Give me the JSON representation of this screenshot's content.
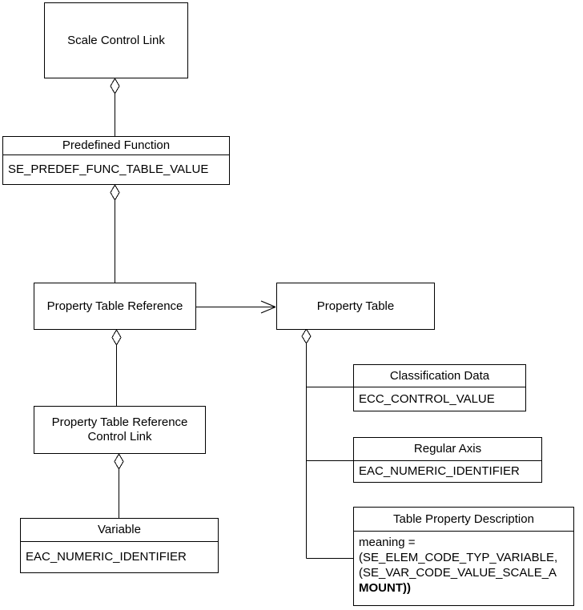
{
  "diagram": {
    "kind": "uml-aggregation-diagram",
    "colors": {
      "line": "#000000",
      "background": "#ffffff",
      "box_fill": "#ffffff",
      "text": "#000000"
    },
    "nodes": {
      "scale_control_link": {
        "label": "Scale Control Link"
      },
      "predefined_function": {
        "title": "Predefined Function",
        "attribute": "SE_PREDEF_FUNC_TABLE_VALUE"
      },
      "property_table_reference": {
        "label": "Property Table Reference"
      },
      "property_table": {
        "label": "Property Table"
      },
      "property_table_reference_control_link": {
        "label_line1": "Property Table Reference",
        "label_line2": "Control Link"
      },
      "variable": {
        "title": "Variable",
        "attribute": "EAC_NUMERIC_IDENTIFIER"
      },
      "classification_data": {
        "title": "Classification Data",
        "attribute": "ECC_CONTROL_VALUE"
      },
      "regular_axis": {
        "title": "Regular Axis",
        "attribute": "EAC_NUMERIC_IDENTIFIER"
      },
      "table_property_description": {
        "title": "Table Property Description",
        "attribute_line1": "meaning =",
        "attribute_line2": "(SE_ELEM_CODE_TYP_VARIABLE,",
        "attribute_line3": "(SE_VAR_CODE_VALUE_SCALE_A",
        "attribute_line4": "MOUNT))"
      }
    },
    "connectors": [
      {
        "from": "scale_control_link",
        "to": "predefined_function",
        "type": "aggregation-diamond"
      },
      {
        "from": "predefined_function",
        "to": "property_table_reference",
        "type": "aggregation-diamond"
      },
      {
        "from": "property_table_reference",
        "to": "property_table",
        "type": "open-arrow"
      },
      {
        "from": "property_table_reference",
        "to": "property_table_reference_control_link",
        "type": "aggregation-diamond"
      },
      {
        "from": "property_table_reference_control_link",
        "to": "variable",
        "type": "aggregation-diamond"
      },
      {
        "from": "property_table",
        "to": "classification_data",
        "type": "aggregation-diamond"
      },
      {
        "from": "property_table",
        "to": "regular_axis",
        "type": "aggregation-diamond"
      },
      {
        "from": "property_table",
        "to": "table_property_description",
        "type": "aggregation-diamond"
      }
    ]
  }
}
